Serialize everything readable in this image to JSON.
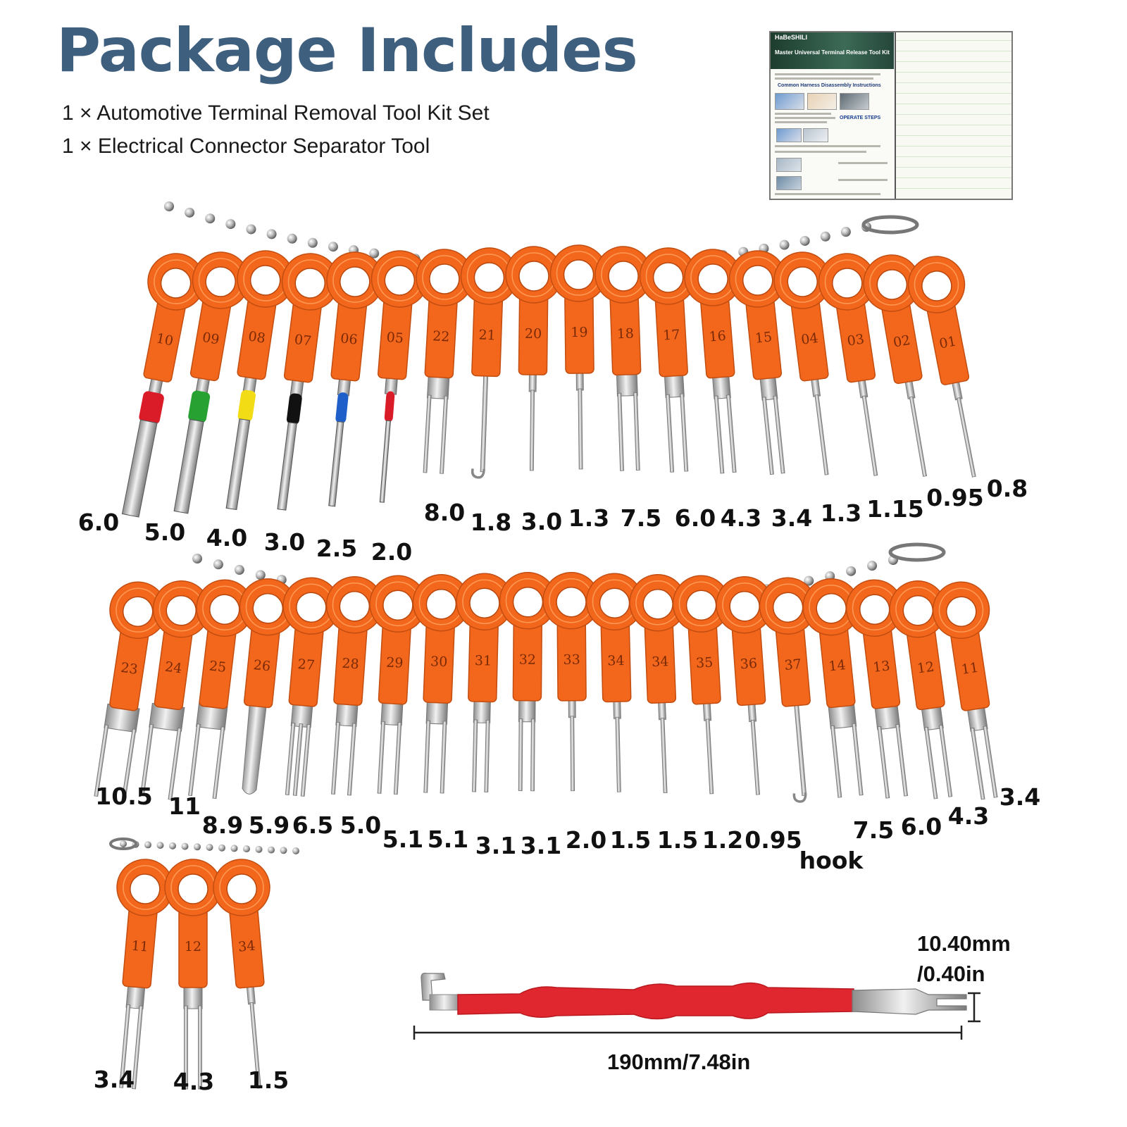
{
  "header": {
    "title": "Package Includes",
    "items": [
      "1 × Automotive Terminal Removal Tool Kit Set",
      "1 × Electrical Connector Separator Tool"
    ]
  },
  "manual": {
    "brand": "HaBeSHILI",
    "title": "Master Universal Terminal Release Tool Kit",
    "section_instructions": "Common Harness Disassembly Instructions",
    "section_steps": "OPERATE STEPS"
  },
  "colors": {
    "tool_orange": "#f3671c",
    "title_blue": "#3f5f7e",
    "sleeve_colors": [
      "#d91c27",
      "#26a132",
      "#f1dc16",
      "#111111",
      "#1f5fc9",
      "#d91c27"
    ],
    "separator_red": "#e0262e"
  },
  "row1": [
    {
      "num": "10",
      "size": "6.0",
      "tip": "tube",
      "sleeve": 0
    },
    {
      "num": "09",
      "size": "5.0",
      "tip": "tube",
      "sleeve": 1
    },
    {
      "num": "08",
      "size": "4.0",
      "tip": "tube",
      "sleeve": 2
    },
    {
      "num": "07",
      "size": "3.0",
      "tip": "tube",
      "sleeve": 3
    },
    {
      "num": "06",
      "size": "2.5",
      "tip": "tube",
      "sleeve": 4
    },
    {
      "num": "05",
      "size": "2.0",
      "tip": "tube",
      "sleeve": 5
    },
    {
      "num": "22",
      "size": "8.0",
      "tip": "fork"
    },
    {
      "num": "21",
      "size": "1.8",
      "tip": "hookpin"
    },
    {
      "num": "20",
      "size": "3.0",
      "tip": "pin"
    },
    {
      "num": "19",
      "size": "1.3",
      "tip": "pin"
    },
    {
      "num": "18",
      "size": "7.5",
      "tip": "fork"
    },
    {
      "num": "17",
      "size": "6.0",
      "tip": "fork"
    },
    {
      "num": "16",
      "size": "4.3",
      "tip": "fork"
    },
    {
      "num": "15",
      "size": "3.4",
      "tip": "fork"
    },
    {
      "num": "04",
      "size": "1.3",
      "tip": "pin"
    },
    {
      "num": "03",
      "size": "1.15",
      "tip": "pin"
    },
    {
      "num": "02",
      "size": "0.95",
      "tip": "pin"
    },
    {
      "num": "01",
      "size": "0.8",
      "tip": "pin"
    }
  ],
  "row2": [
    {
      "num": "23",
      "size": "10.5",
      "tip": "fork"
    },
    {
      "num": "24",
      "size": "11",
      "tip": "fork"
    },
    {
      "num": "25",
      "size": "8.9",
      "tip": "fork"
    },
    {
      "num": "26",
      "size": "5.9",
      "tip": "blade"
    },
    {
      "num": "27",
      "size": "6.5",
      "tip": "trident"
    },
    {
      "num": "28",
      "size": "5.0",
      "tip": "fork"
    },
    {
      "num": "29",
      "size": "5.1",
      "tip": "fork"
    },
    {
      "num": "30",
      "size": "5.1",
      "tip": "fork"
    },
    {
      "num": "31",
      "size": "3.1",
      "tip": "fork"
    },
    {
      "num": "32",
      "size": "3.1",
      "tip": "fork"
    },
    {
      "num": "33",
      "size": "2.0",
      "tip": "pin"
    },
    {
      "num": "34",
      "size": "1.5",
      "tip": "pin"
    },
    {
      "num": "34",
      "size": "1.5",
      "tip": "pin"
    },
    {
      "num": "35",
      "size": "1.2",
      "tip": "pin"
    },
    {
      "num": "36",
      "size": "0.95",
      "tip": "pin"
    },
    {
      "num": "37",
      "size": "hook",
      "tip": "hook"
    },
    {
      "num": "14",
      "size": "7.5",
      "tip": "fork"
    },
    {
      "num": "13",
      "size": "6.0",
      "tip": "fork"
    },
    {
      "num": "12",
      "size": "4.3",
      "tip": "fork"
    },
    {
      "num": "11",
      "size": "3.4",
      "tip": "fork"
    }
  ],
  "row3": [
    {
      "num": "11",
      "size": "3.4",
      "tip": "fork"
    },
    {
      "num": "12",
      "size": "4.3",
      "tip": "fork"
    },
    {
      "num": "34",
      "size": "1.5",
      "tip": "pin"
    }
  ],
  "separator": {
    "length_label": "190mm/7.48in",
    "width_label_1": "10.40mm",
    "width_label_2": "/0.40in"
  }
}
